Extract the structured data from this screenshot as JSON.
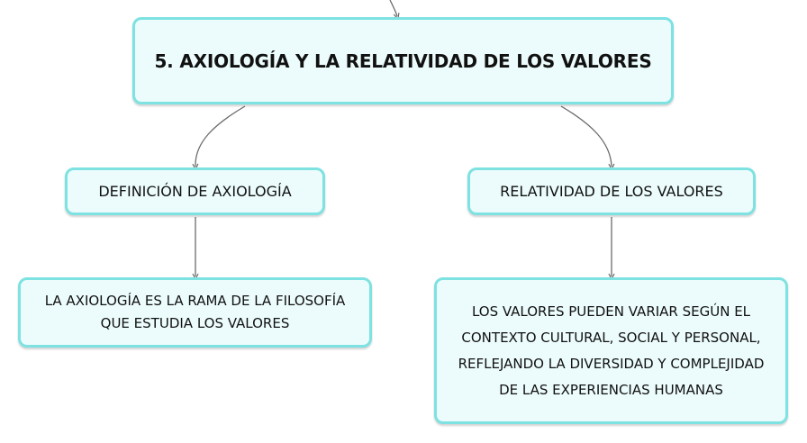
{
  "colors": {
    "node_fill": "#ecfcfc",
    "node_border": "#7ee2e2",
    "connector": "#6b6b6b",
    "text": "#111111"
  },
  "diagram": {
    "main_topic": "5. AXIOLOGÍA Y LA RELATIVIDAD DE LOS VALORES",
    "branches": [
      {
        "label": "DEFINICIÓN DE AXIOLOGÍA",
        "detail": "LA AXIOLOGÍA ES LA RAMA DE LA FILOSOFÍA QUE ESTUDIA LOS VALORES"
      },
      {
        "label": "RELATIVIDAD DE LOS VALORES",
        "detail": "LOS VALORES PUEDEN VARIAR SEGÚN EL CONTEXTO CULTURAL, SOCIAL Y PERSONAL, REFLEJANDO LA DIVERSIDAD Y COMPLEJIDAD DE LAS EXPERIENCIAS HUMANAS"
      }
    ]
  }
}
